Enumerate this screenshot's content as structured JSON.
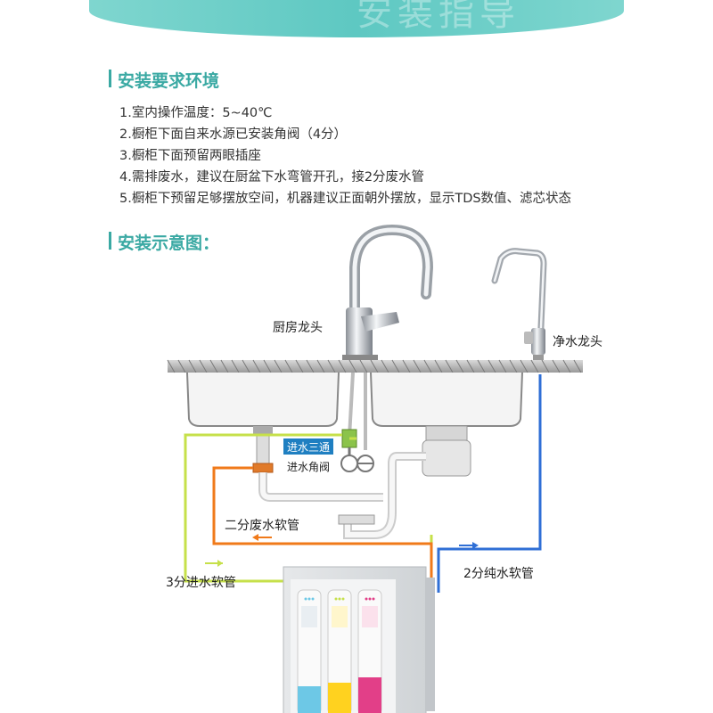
{
  "banner": {
    "watermark": "安装指导"
  },
  "requirements": {
    "title": "安装要求环境",
    "items": [
      "1.室内操作温度：5~40℃",
      "2.橱柜下面自来水源已安装角阀（4分）",
      "3.橱柜下面预留两眼插座",
      "4.需排废水，建议在厨盆下水弯管开孔，接2分废水管",
      "5.橱柜下预留足够摆放空间，机器建议正面朝外摆放，显示TDS数值、滤芯状态"
    ]
  },
  "diagram": {
    "title": "安装示意图：",
    "labels": {
      "kitchen_faucet": "厨房龙头",
      "pure_faucet": "净水龙头",
      "inlet_tee": "进水三通",
      "inlet_valve": "进水角阀",
      "waste_hose": "二分废水软管",
      "inlet_hose": "3分进水软管",
      "pure_hose": "2分纯水软管"
    },
    "colors": {
      "inlet_hose": "#c6e04a",
      "waste_hose": "#f07a1a",
      "pure_hose": "#2f6fd6",
      "accent": "#3aa9a3"
    }
  }
}
